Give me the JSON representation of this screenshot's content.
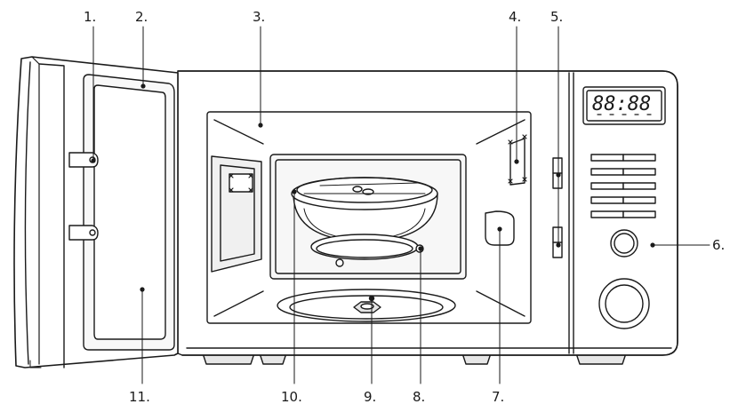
{
  "callouts": [
    {
      "id": "1",
      "label": "1."
    },
    {
      "id": "2",
      "label": "2."
    },
    {
      "id": "3",
      "label": "3."
    },
    {
      "id": "4",
      "label": "4."
    },
    {
      "id": "5",
      "label": "5."
    },
    {
      "id": "6",
      "label": "6."
    },
    {
      "id": "7",
      "label": "7."
    },
    {
      "id": "8",
      "label": "8."
    },
    {
      "id": "9",
      "label": "9."
    },
    {
      "id": "10",
      "label": "10."
    },
    {
      "id": "11",
      "label": "11."
    }
  ],
  "display": {
    "readout": "88:88"
  },
  "colors": {
    "line": "#1a1a1a",
    "fill_light": "#f4f4f4",
    "fill_mid": "#e2e2e2",
    "display_bg": "#ffffff"
  }
}
